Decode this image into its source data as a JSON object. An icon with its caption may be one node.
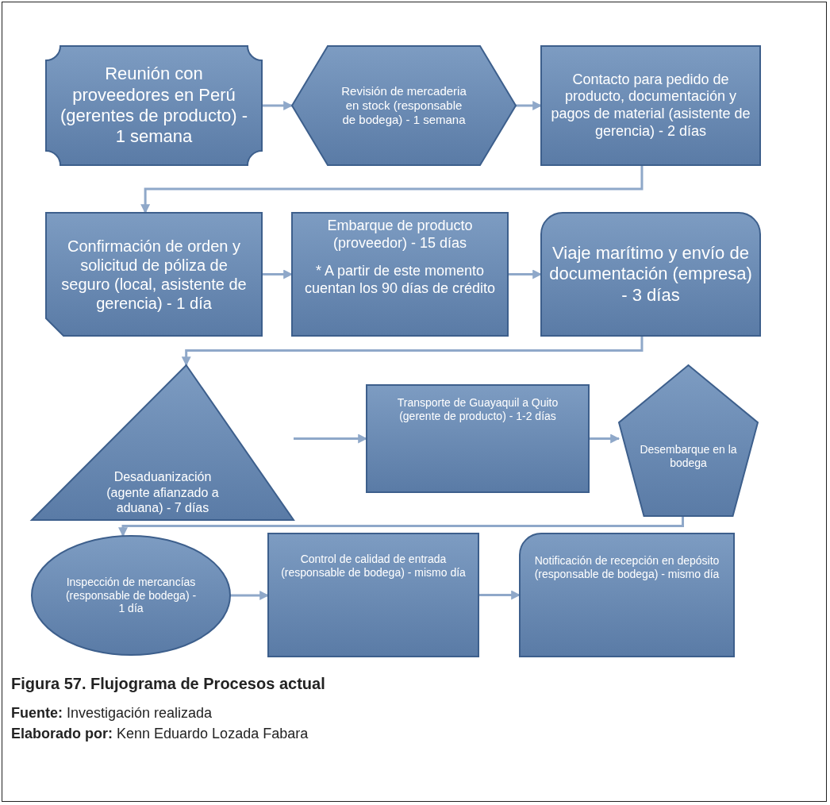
{
  "diagram": {
    "caption": "Figura 57.  Flujograma de Procesos actual",
    "nodes": [
      {
        "text": [
          "Reunión con proveedores en Perú (gerentes de producto) - 1 semana"
        ]
      },
      {
        "text": [
          "Revisión de mercaderia en stock (responsable de bodega) - 1 semana"
        ]
      },
      {
        "text": [
          "Contacto para pedido de producto, documentación y pagos de material (asistente de gerencia) - 2 días"
        ]
      },
      {
        "text": [
          "Confirmación de orden y solicitud de póliza de seguro (local, asistente de gerencia) - 1 día"
        ]
      },
      {
        "text": [
          "Embarque de producto (proveedor) - 15 días",
          "* A partir de este momento cuentan los 90 días de crédito"
        ]
      },
      {
        "text": [
          "Viaje marítimo y envío de documentación (empresa) - 3 días"
        ]
      },
      {
        "text": [
          "Desaduanización (agente afianzado a aduana) - 7 días"
        ]
      },
      {
        "text": [
          "Transporte de Guayaquil a Quito (gerente de producto) - 1-2 días"
        ]
      },
      {
        "text": [
          "Desembarque en la bodega"
        ]
      },
      {
        "text": [
          "Inspección de mercancías (responsable de bodega) - 1 día"
        ]
      },
      {
        "text": [
          "Control de calidad de entrada (responsable de bodega) - mismo día"
        ]
      },
      {
        "text": [
          "Notificación de recepción en depósito (responsable de bodega) - mismo día"
        ]
      }
    ],
    "edges": [
      {
        "from": 0,
        "to": 1,
        "arrow": "to"
      },
      {
        "from": 1,
        "to": 2,
        "arrow": "to"
      },
      {
        "from": 2,
        "to": 3,
        "arrow": "to"
      },
      {
        "from": 3,
        "to": 4,
        "arrow": "to"
      },
      {
        "from": 4,
        "to": 5,
        "arrow": "to"
      },
      {
        "from": 5,
        "to": 6,
        "arrow": "to"
      },
      {
        "from": 6,
        "to": 7,
        "arrow": "to"
      },
      {
        "from": 7,
        "to": 8,
        "arrow": "to"
      },
      {
        "from": 8,
        "to": 9,
        "arrow": "to"
      },
      {
        "from": 9,
        "to": 10,
        "arrow": "to"
      },
      {
        "from": 10,
        "to": 11,
        "arrow": "to"
      }
    ],
    "labels": [
      "**Fuente:** Investigación realizada",
      "**Elaborado por:** Kenn Eduardo Lozada Fabara"
    ]
  }
}
